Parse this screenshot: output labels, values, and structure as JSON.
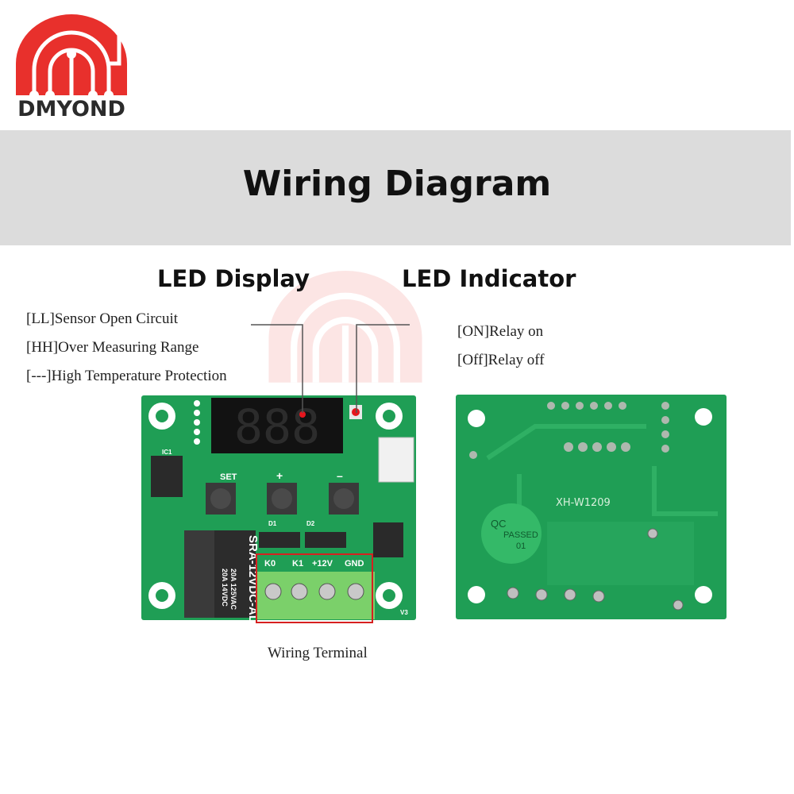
{
  "logo": {
    "brand": "DMYOND",
    "brand_color": "#e8302c"
  },
  "banner": {
    "title": "Wiring Diagram",
    "background": "#dcdcdc"
  },
  "led_display": {
    "heading": "LED Display",
    "notes": [
      "[LL]Sensor Open Circuit",
      "[HH]Over Measuring Range",
      "[---]High Temperature Protection"
    ],
    "digits": "888"
  },
  "led_indicator": {
    "heading": "LED Indicator",
    "notes": [
      "[ON]Relay on",
      "[Off]Relay off"
    ]
  },
  "front_board": {
    "set_label": "SET",
    "plus_label": "+",
    "minus_label": "–",
    "terminal_labels": [
      "K0",
      "K1",
      "+12V",
      "GND"
    ],
    "relay_model": "SRA-12VDC-AL",
    "relay_rating_1": "20A 14VDC",
    "relay_rating_2": "20A 125VAC",
    "ic_label": "IC1",
    "diode_labels": [
      "D1",
      "D2"
    ],
    "version": "V3",
    "board_color": "#1f9e55",
    "terminal_color": "#7bd06a"
  },
  "terminal_caption": "Wiring Terminal",
  "back_board": {
    "model": "XH-W1209",
    "qc_line1": "QC",
    "qc_line2": "PASSED",
    "qc_line3": "01",
    "sticker_color": "#34b968"
  },
  "colors": {
    "callout_line": "#555555",
    "led_red": "#e6161e",
    "highlight_box": "#d62020"
  }
}
